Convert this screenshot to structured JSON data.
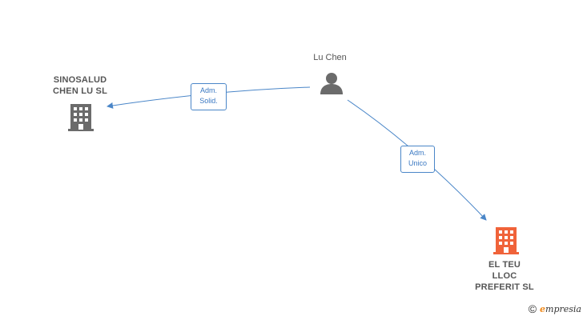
{
  "nodes": {
    "person": {
      "label": "Lu Chen"
    },
    "company_left": {
      "label": "SINOSALUD\nCHEN LU SL"
    },
    "company_right": {
      "label": "EL TEU\nLLOC\nPREFERIT  SL"
    }
  },
  "edges": {
    "left": {
      "label": "Adm.\nSolid."
    },
    "right": {
      "label": "Adm.\nUnico"
    }
  },
  "footer": {
    "copyright": "©",
    "brand_initial": "e",
    "brand_rest": "mpresia"
  },
  "colors": {
    "edge": "#4a86c8",
    "person_icon": "#6b6b6b",
    "company_gray": "#6b6b6b",
    "company_highlight": "#f0633a"
  }
}
